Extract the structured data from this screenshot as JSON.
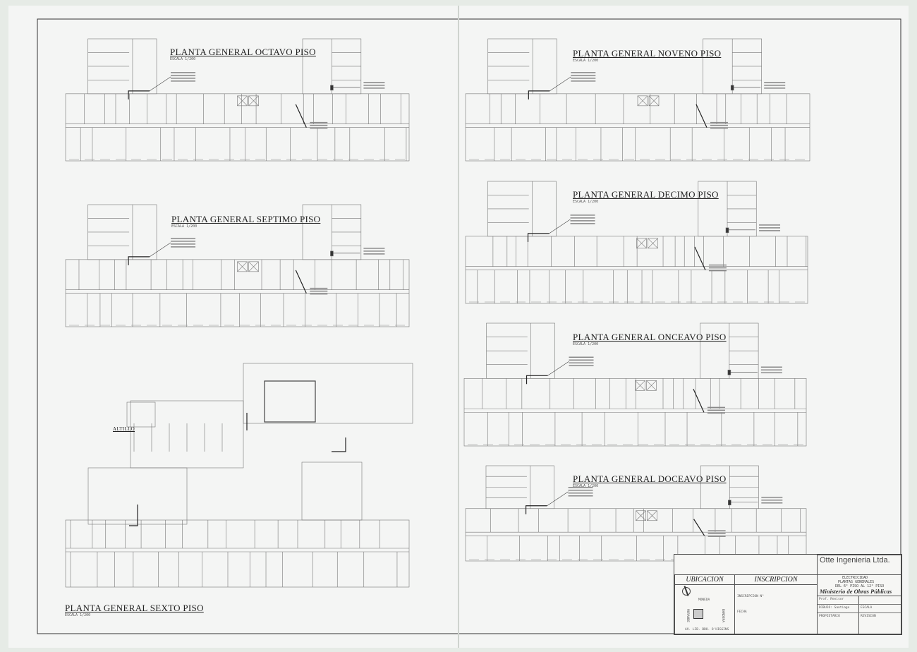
{
  "plans": [
    {
      "title": "PLANTA GENERAL OCTAVO PISO",
      "scale": "ESCALA 1/200"
    },
    {
      "title": "PLANTA GENERAL SEPTIMO PISO",
      "scale": "ESCALA 1/200"
    },
    {
      "title": "PLANTA GENERAL SEXTO PISO",
      "scale": "ESCALA 1/200",
      "extra_label": "ALTILLO"
    },
    {
      "title": "PLANTA GENERAL NOVENO PISO",
      "scale": "ESCALA 1/200"
    },
    {
      "title": "PLANTA GENERAL DECIMO PISO",
      "scale": "ESCALA 1/200"
    },
    {
      "title": "PLANTA GENERAL ONCEAVO PISO",
      "scale": "ESCALA 1/200"
    },
    {
      "title": "PLANTA GENERAL DOCEAVO PISO",
      "scale": "ESCALA 1/200"
    }
  ],
  "title_block": {
    "ubicacion": {
      "header": "UBICACION",
      "streets": {
        "top": "MONEDA",
        "left": "MORANDE",
        "right": "BANDERA",
        "bottom": "AV. LIB. BDO. O'HIGGINS"
      }
    },
    "inscripcion": {
      "header": "INSCRIPCION",
      "lines": [
        "INSCRIPCION N°",
        "FECHA"
      ]
    },
    "company": "Otte Ingenieria Ltda.",
    "project_lines": [
      "ELECTRICIDAD",
      "PLANTAS GENERALES",
      "DEL 6° PISO AL 12° PISO"
    ],
    "client": "Ministerio de Obras Públicas",
    "fields": [
      "Prof. Revisor",
      "DIBUJO: Santiago",
      "PROPIETARIO",
      "ESCALA",
      "REVISION"
    ]
  }
}
